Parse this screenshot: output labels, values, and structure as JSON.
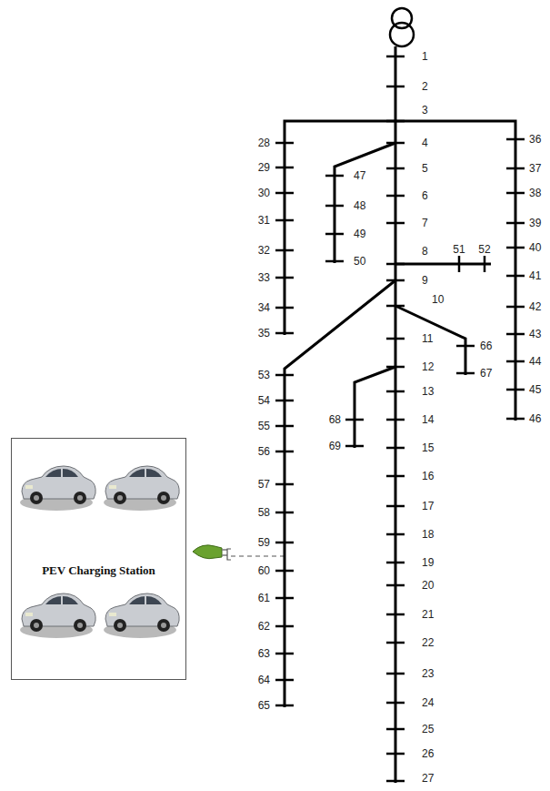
{
  "diagram": {
    "nodes": [
      {
        "text": [
          "PEV Charging Station"
        ]
      }
    ],
    "labels": [
      "1",
      "2",
      "3",
      "4",
      "5",
      "6",
      "7",
      "8",
      "9",
      "10",
      "11",
      "12",
      "13",
      "14",
      "15",
      "16",
      "17",
      "18",
      "19",
      "20",
      "21",
      "22",
      "23",
      "24",
      "25",
      "26",
      "27",
      "28",
      "29",
      "30",
      "31",
      "32",
      "33",
      "34",
      "35",
      "36",
      "37",
      "38",
      "39",
      "40",
      "41",
      "42",
      "43",
      "44",
      "45",
      "46",
      "47",
      "48",
      "49",
      "50",
      "51",
      "52",
      "53",
      "54",
      "55",
      "56",
      "57",
      "58",
      "59",
      "60",
      "61",
      "62",
      "63",
      "64",
      "65",
      "66",
      "67",
      "68",
      "69"
    ]
  }
}
